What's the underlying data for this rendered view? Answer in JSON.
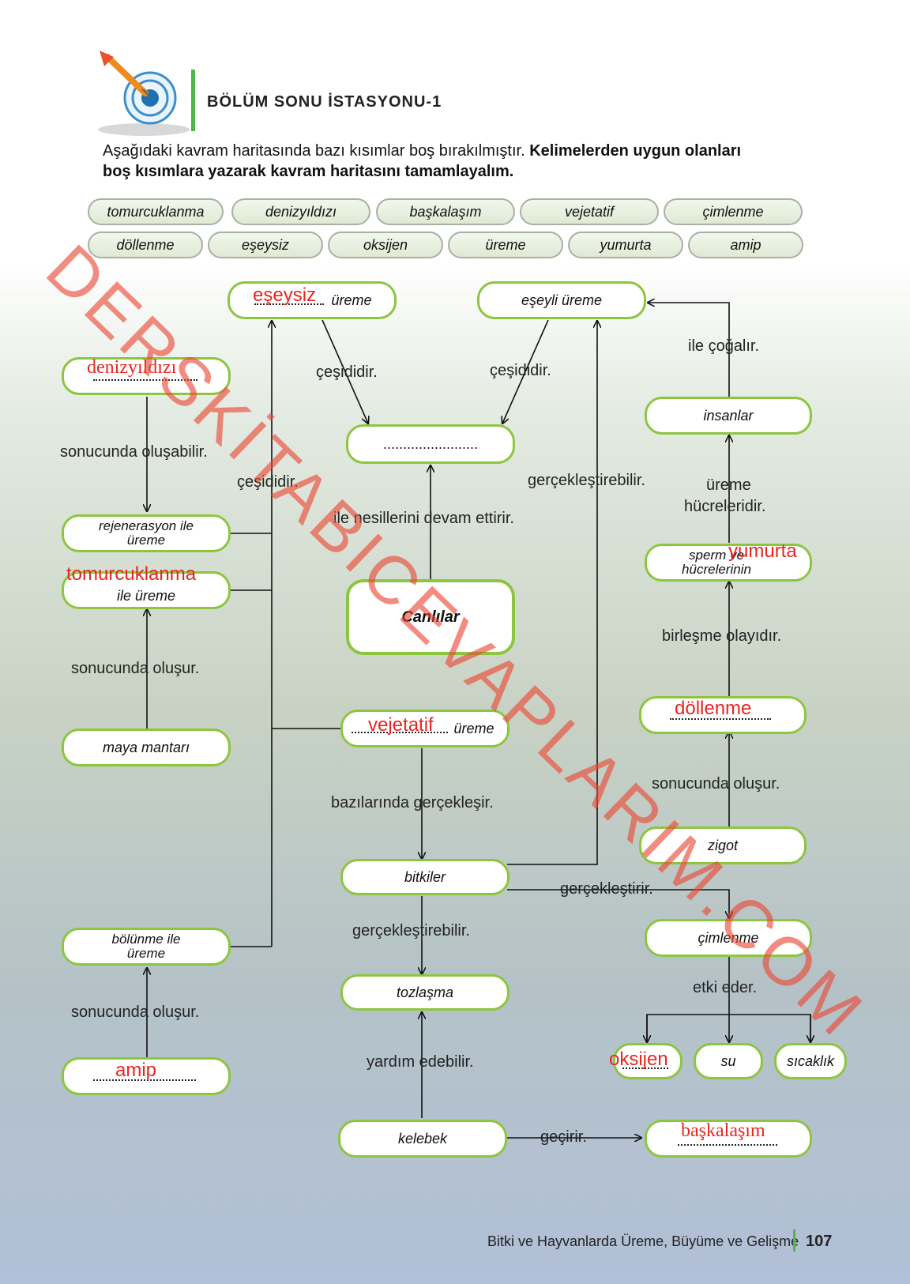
{
  "header": {
    "title": "BÖLÜM SONU İSTASYONU-1",
    "instruction_normal": "Aşağıdaki kavram haritasında bazı kısımlar boş bırakılmıştır.",
    "instruction_bold": "Kelimelerden uygun olanları boş kısımlara yazarak kavram haritasını tamamlayalım."
  },
  "word_bank": {
    "row1": [
      "tomurcuklanma",
      "denizyıldızı",
      "başkalaşım",
      "vejetatif",
      "çimlenme"
    ],
    "row2": [
      "döllenme",
      "eşeysiz",
      "oksijen",
      "üreme",
      "yumurta",
      "amip"
    ]
  },
  "nodes": {
    "eseysiz_ureme": "üreme",
    "eseyli_ureme": "eşeyli üreme",
    "center_blank": "........................",
    "canlilar": "Canlılar",
    "rejenerasyon": "rejenerasyon ile üreme",
    "tomurcuk_ureme": "ile üreme",
    "maya": "maya mantarı",
    "vejetatif_ureme": "üreme",
    "bitkiler": "bitkiler",
    "tozlasma": "tozlaşma",
    "kelebek": "kelebek",
    "bolunme": "bölünme ile üreme",
    "insanlar": "insanlar",
    "sperm": "sperm ve hücrelerinin",
    "zigot": "zigot",
    "cimlenme": "çimlenme",
    "su": "su",
    "sicaklik": "sıcaklık"
  },
  "answers": {
    "eseysiz": "eşeysiz",
    "denizyildizi": "denizyıldızı",
    "tomurcuklanma": "tomurcuklanma",
    "yumurta": "yumurta",
    "vejetatif": "vejetatif",
    "dollenme": "döllenme",
    "oksijen": "oksijen",
    "amip": "amip",
    "baskalasim": "başkalaşım"
  },
  "labels": {
    "cesididir_1": "çeşididir.",
    "cesididir_2": "çeşididir.",
    "cesididir_3": "çeşididir.",
    "sonucunda_olusabilir": "sonucunda oluşabilir.",
    "nesiller": "ile nesillerini devam ettirir.",
    "gerceklestirebilir_1": "gerçekleştirebilir.",
    "ile_cogalir": "ile çoğalır.",
    "ureme_hucreleridir_1": "üreme",
    "ureme_hucreleridir_2": "hücreleridir.",
    "birlesme": "birleşme olayıdır.",
    "sonucunda_olusur_1": "sonucunda oluşur.",
    "sonucunda_olusur_2": "sonucunda oluşur.",
    "sonucunda_olusur_3": "sonucunda oluşur.",
    "bazilarinda": "bazılarında gerçekleşir.",
    "gerceklestirir": "gerçekleştirir.",
    "gerceklestirebilir_2": "gerçekleştirebilir.",
    "etki_eder": "etki eder.",
    "yardim": "yardım edebilir.",
    "gecirir": "geçirir."
  },
  "footer": {
    "text": "Bitki ve Hayvanlarda Üreme, Büyüme ve Gelişme",
    "page": "107"
  },
  "watermark": "DERSKİTABICEVAPLARIM.COM",
  "colors": {
    "accent_green": "#8cc63f",
    "answer_red": "#e8261f",
    "watermark": "#ec4632"
  }
}
